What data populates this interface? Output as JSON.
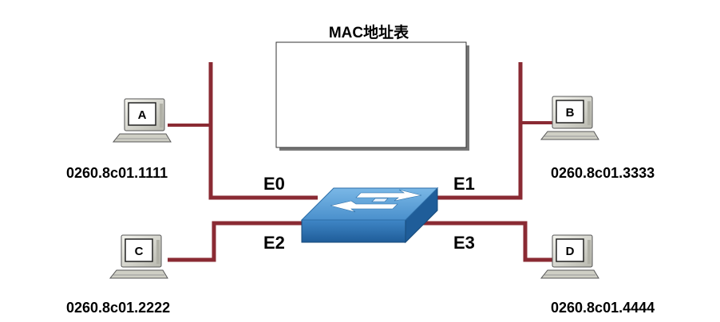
{
  "table": {
    "title": "MAC地址表"
  },
  "hosts": [
    {
      "id": "A",
      "mac": "0260.8c01.1111"
    },
    {
      "id": "B",
      "mac": "0260.8c01.3333"
    },
    {
      "id": "C",
      "mac": "0260.8c01.2222"
    },
    {
      "id": "D",
      "mac": "0260.8c01.4444"
    }
  ],
  "ports": [
    "E0",
    "E1",
    "E2",
    "E3"
  ],
  "colors": {
    "cable": "#8a2a33",
    "cable_dark": "#4a1016",
    "switch_top": "#5aa0d8",
    "switch_side": "#2f74b5",
    "pc_body": "#e6e6dc"
  }
}
